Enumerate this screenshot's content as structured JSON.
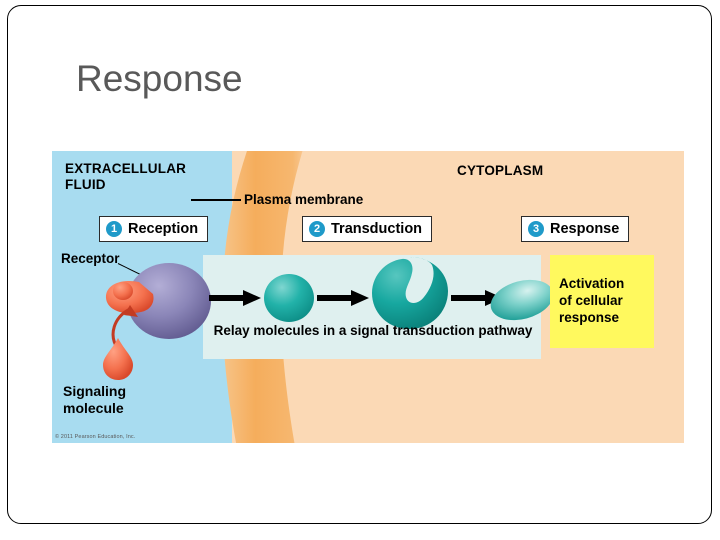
{
  "slide": {
    "title": "Response"
  },
  "figure": {
    "regions": {
      "extracellular_fluid": "EXTRACELLULAR\nFLUID",
      "cytoplasm": "CYTOPLASM",
      "plasma_membrane": "Plasma membrane"
    },
    "labels": {
      "receptor": "Receptor",
      "signaling_molecule": "Signaling\nmolecule",
      "relay": "Relay molecules in a signal transduction pathway"
    },
    "steps": [
      {
        "number": "1",
        "label": "Reception"
      },
      {
        "number": "2",
        "label": "Transduction"
      },
      {
        "number": "3",
        "label": "Response"
      }
    ],
    "activation_box": {
      "text": "Activation\nof cellular\nresponse"
    },
    "icons": {
      "receptor": "receptor-protein-icon",
      "signaling_molecule": "signaling-molecule-icon",
      "relay_1": "relay-molecule-circle-icon",
      "relay_2": "relay-molecule-kidney-icon",
      "relay_3": "relay-molecule-ellipse-icon",
      "binding_arrow": "curved-binding-arrow-icon",
      "flow_arrow": "right-arrow-icon"
    },
    "colors": {
      "extracellular_fluid": "#a8dcf0",
      "membrane": "#f5b366",
      "cytoplasm": "#fbd9b5",
      "transduction_panel": "#dff0ef",
      "activation_box": "#fff95e",
      "receptor": "#8b86b8",
      "signaling_molecule": "#f4714e",
      "relay_molecule": "#17a8a0",
      "step_badge": "#1f9ac9",
      "title": "#595959"
    },
    "credit": "© 2011 Pearson Education, Inc."
  }
}
